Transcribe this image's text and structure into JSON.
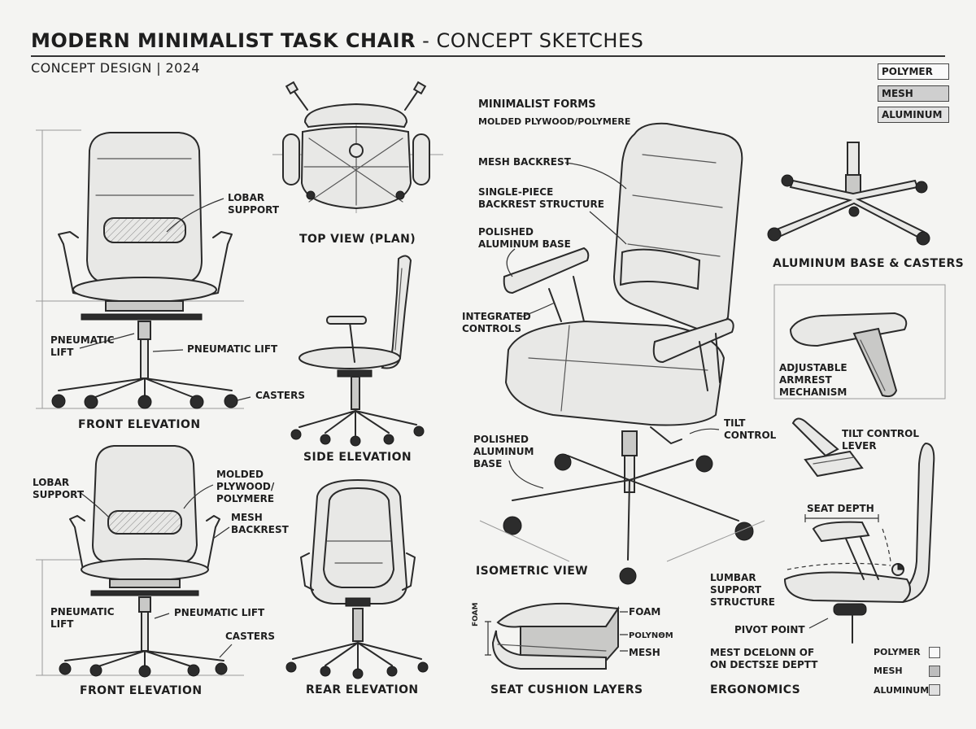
{
  "header": {
    "title_bold": "MODERN MINIMALIST TASK CHAIR",
    "title_rest": " - CONCEPT SKETCHES",
    "subtitle": "CONCEPT DESIGN | 2024"
  },
  "materials_top": [
    "POLYMER",
    "MESH",
    "ALUMINUM"
  ],
  "materials_legend": [
    "POLYMER",
    "MESH",
    "ALUMINUM"
  ],
  "views": {
    "front1": {
      "caption": "FRONT ELEVATION",
      "labels": {
        "lumbar": "LOBAR\nSUPPORT",
        "lift_left": "PNEUMATIC\nLIFT",
        "lift_right": "PNEUMATIC LIFT",
        "casters": "CASTERS"
      }
    },
    "top": {
      "caption": "TOP VIEW (PLAN)"
    },
    "side": {
      "caption": "SIDE ELEVATION"
    },
    "front2": {
      "caption": "FRONT ELEVATION",
      "labels": {
        "lumbar": "LOBAR\nSUPPORT",
        "molded": "MOLDED\nPLYWOOD/\nPOLYMERE",
        "mesh": "MESH\nBACKREST",
        "lift_left": "PNEUMATIC\nLIFT",
        "lift_right": "PNEUMATIC LIFT",
        "casters": "CASTERS"
      }
    },
    "rear": {
      "caption": "REAR ELEVATION"
    },
    "iso": {
      "caption": "ISOMETRIC VIEW",
      "labels": {
        "forms": "MINIMALIST FORMS",
        "molded": "MOLDED PLYWOOD/POLYMERE",
        "mesh": "MESH BACKREST",
        "single": "SINGLE-PIECE\nBACKREST STRUCTURE",
        "polished_top": "POLISHED\nALUMINUM BASE",
        "controls": "INTEGRATED\nCONTROLS",
        "tilt": "TILT\nCONTROL",
        "polished_bottom": "POLISHED\nALUMINUM\nBASE"
      }
    },
    "base": {
      "caption": "ALUMINUM BASE & CASTERS"
    },
    "armrest": {
      "label": "ADJUSTABLE\nARMREST\nMECHANISM"
    },
    "tilt_lever": {
      "label": "TILT CONTROL\nLEVER"
    },
    "cushion": {
      "caption": "SEAT CUSHION LAYERS",
      "labels": {
        "foam_side": "FOAM",
        "foam": "FOAM",
        "poly": "POLYNΘM",
        "mesh": "MESH"
      }
    },
    "ergo": {
      "caption": "ERGONOMICS",
      "labels": {
        "seat_depth": "SEAT DEPTH",
        "lumbar": "LUMBAR\nSUPPORT\nSTRUCTURE",
        "pivot": "PIVOT POINT",
        "mest": "MEST DCELONN OF\nON DECTSΣE DEPTT"
      }
    }
  },
  "colors": {
    "line": "#2a2a2a",
    "paper": "#f4f4f2",
    "mesh_fill": "#cfcfcf"
  }
}
